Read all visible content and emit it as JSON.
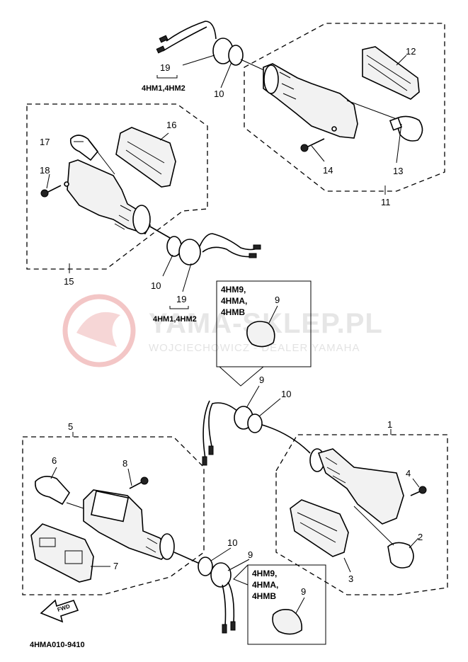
{
  "callouts": {
    "c1": "1",
    "c2": "2",
    "c3": "3",
    "c4": "4",
    "c5": "5",
    "c6": "6",
    "c7": "7",
    "c8": "8",
    "c9_box_top": "9",
    "c9_upper": "9",
    "c9_lower": "9",
    "c9_box_bottom": "9",
    "c10_top": "10",
    "c10_mid": "10",
    "c10_right": "10",
    "c10_lower": "10",
    "c11": "11",
    "c12": "12",
    "c13": "13",
    "c14": "14",
    "c15": "15",
    "c16": "16",
    "c17": "17",
    "c18": "18",
    "c19_top": "19",
    "c19_mid": "19"
  },
  "model_notes": {
    "top": "4HM1,4HM2",
    "mid": "4HM1,4HM2"
  },
  "box_top": {
    "line1": "4HM9,",
    "line2": "4HMA,",
    "line3": "4HMB"
  },
  "box_bottom": {
    "line1": "4HM9,",
    "line2": "4HMA,",
    "line3": "4HMB"
  },
  "watermark": {
    "main": "YAMA-SKLEP.PL",
    "sub": "WOJCIECHOWICZ - DEALER YAMAHA"
  },
  "forward_arrow_label": "FWD",
  "diagram_code": "4HMA010-9410",
  "icons": [
    "forward-arrow-icon",
    "yamaha-watermark-logo"
  ]
}
